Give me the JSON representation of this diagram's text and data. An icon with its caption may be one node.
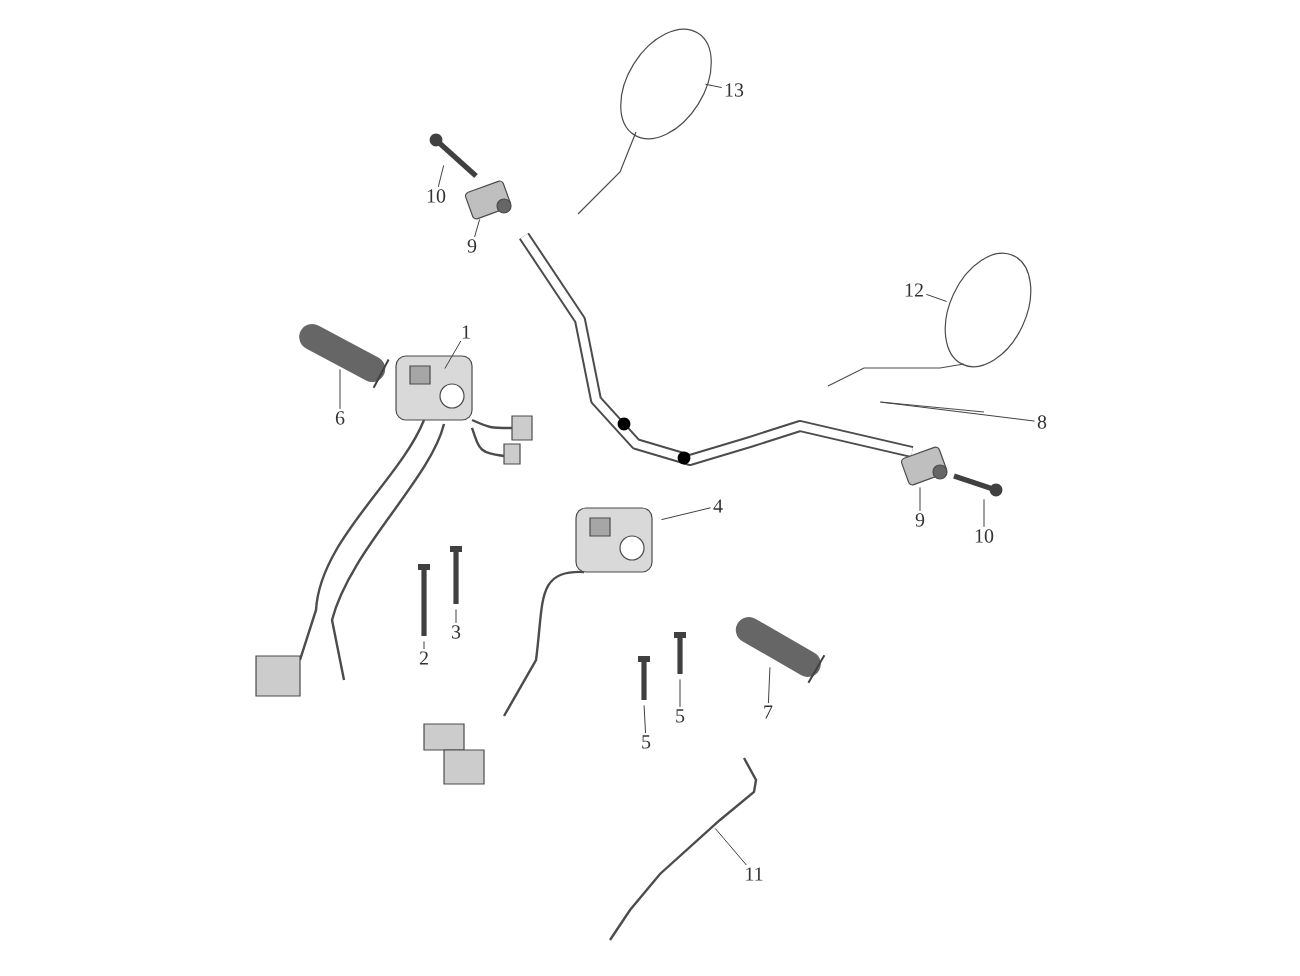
{
  "diagram": {
    "nodes": [
      {
        "text": [
          "13"
        ]
      },
      {
        "text": [
          "10"
        ]
      },
      {
        "text": [
          "9"
        ]
      },
      {
        "text": [
          "12"
        ]
      },
      {
        "text": [
          "6"
        ]
      },
      {
        "text": [
          "1"
        ]
      },
      {
        "text": [
          "8"
        ]
      },
      {
        "text": [
          "9"
        ]
      },
      {
        "text": [
          "10"
        ]
      },
      {
        "text": [
          "4"
        ]
      },
      {
        "text": [
          "2"
        ]
      },
      {
        "text": [
          "3"
        ]
      },
      {
        "text": [
          "5"
        ]
      },
      {
        "text": [
          "5"
        ]
      },
      {
        "text": [
          "7"
        ]
      },
      {
        "text": [
          "11"
        ]
      },
      {
        "text": [],
        "shape": "picture"
      },
      {
        "text": [],
        "shape": "picture"
      },
      {
        "text": [],
        "shape": "picture"
      },
      {
        "text": [],
        "shape": "picture"
      },
      {
        "text": [],
        "shape": "picture"
      },
      {
        "text": [],
        "shape": "picture"
      },
      {
        "text": [],
        "shape": "picture"
      },
      {
        "text": [],
        "shape": "picture"
      },
      {
        "text": [],
        "shape": "picture"
      },
      {
        "text": [],
        "shape": "picture"
      },
      {
        "text": [],
        "shape": "picture"
      },
      {
        "text": [],
        "shape": "picture"
      },
      {
        "text": [],
        "shape": "picture"
      },
      {
        "text": [],
        "shape": "picture"
      },
      {
        "text": [],
        "shape": "picture"
      },
      {
        "text": [],
        "shape": "picture"
      }
    ],
    "edges": [
      {
        "from": 0,
        "to": 16,
        "arrow": "none"
      },
      {
        "from": 1,
        "to": 17,
        "arrow": "none"
      },
      {
        "from": 2,
        "to": 18,
        "arrow": "none"
      },
      {
        "from": 3,
        "to": 19,
        "arrow": "none"
      },
      {
        "from": 4,
        "to": 20,
        "arrow": "none"
      },
      {
        "from": 5,
        "to": 21,
        "arrow": "none"
      },
      {
        "from": 6,
        "to": 22,
        "arrow": "none"
      },
      {
        "from": 7,
        "to": 23,
        "arrow": "none"
      },
      {
        "from": 8,
        "to": 24,
        "arrow": "none"
      },
      {
        "from": 9,
        "to": 25,
        "arrow": "none"
      },
      {
        "from": 10,
        "to": 26,
        "arrow": "none"
      },
      {
        "from": 11,
        "to": 27,
        "arrow": "none"
      },
      {
        "from": 12,
        "to": 28,
        "arrow": "none"
      },
      {
        "from": 13,
        "to": 29,
        "arrow": "none"
      },
      {
        "from": 14,
        "to": 30,
        "arrow": "none"
      },
      {
        "from": 15,
        "to": 31,
        "arrow": "none"
      }
    ]
  }
}
